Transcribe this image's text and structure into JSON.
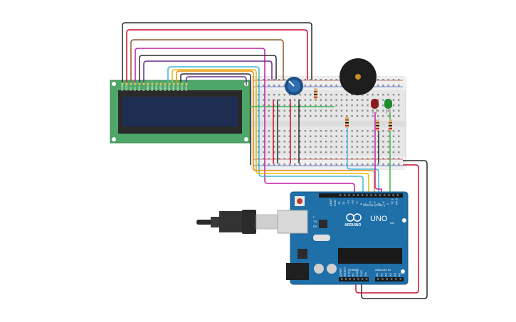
{
  "board": {
    "model": "UNO",
    "brand": "ARDUINO",
    "digital_label": "DIGITAL (PWM~)",
    "power_label": "POWER",
    "analog_label": "ANALOG IN",
    "aref_label": "AREF",
    "gnd_label": "GND",
    "digital_pins": [
      "13",
      "12",
      "~11",
      "~10",
      "~9",
      "8",
      "7",
      "~6",
      "~5",
      "4",
      "~3",
      "2",
      "TX 1",
      "RX 0"
    ],
    "power_pins": [
      "IOREF",
      "RESET",
      "3.3V",
      "5V",
      "GND",
      "GND",
      "Vin"
    ],
    "analog_pins": [
      "A0",
      "A1",
      "A2",
      "A3",
      "A4",
      "A5"
    ],
    "leds": [
      "L",
      "TX",
      "RX"
    ],
    "on_label": "ON"
  },
  "lcd": {
    "pins": [
      "GND",
      "VCC",
      "V0",
      "RS",
      "RW",
      "E",
      "DB0",
      "DB1",
      "DB2",
      "DB3",
      "DB4",
      "DB5",
      "DB6",
      "DB7",
      "LED",
      "LED"
    ]
  },
  "colors": {
    "wire_red": "#c8102e",
    "wire_black": "#2b2b2b",
    "wire_green": "#35b54a",
    "wire_brown": "#8b5a2b",
    "wire_magenta": "#c21fa8",
    "wire_purple": "#6a2c91",
    "wire_cyan": "#3fb6d9",
    "wire_yellow": "#e6b800",
    "wire_orange": "#f08a00",
    "arduino_blue": "#1f6fa8",
    "lcd_green": "#4ea768",
    "lcd_screen": "#1d2e52",
    "breadboard": "#e9e9e9"
  }
}
